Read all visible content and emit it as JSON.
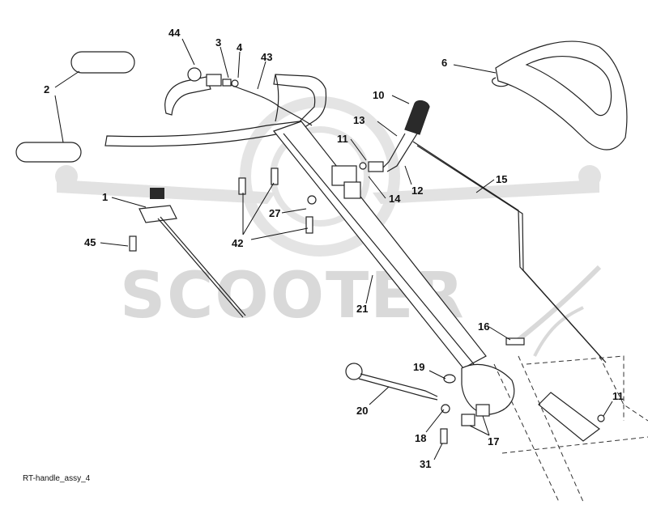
{
  "watermark": {
    "text": "SCOOTER"
  },
  "caption": "RT-handle_assy_4",
  "callouts": {
    "c44": "44",
    "c3": "3",
    "c4": "4",
    "c43": "43",
    "c2": "2",
    "c6": "6",
    "c10": "10",
    "c13": "13",
    "c11a": "11",
    "c12": "12",
    "c14": "14",
    "c15": "15",
    "c1": "1",
    "c27": "27",
    "c42": "42",
    "c45": "45",
    "c21": "21",
    "c16": "16",
    "c19": "19",
    "c20": "20",
    "c11b": "11",
    "c18": "18",
    "c17": "17",
    "c31": "31"
  }
}
